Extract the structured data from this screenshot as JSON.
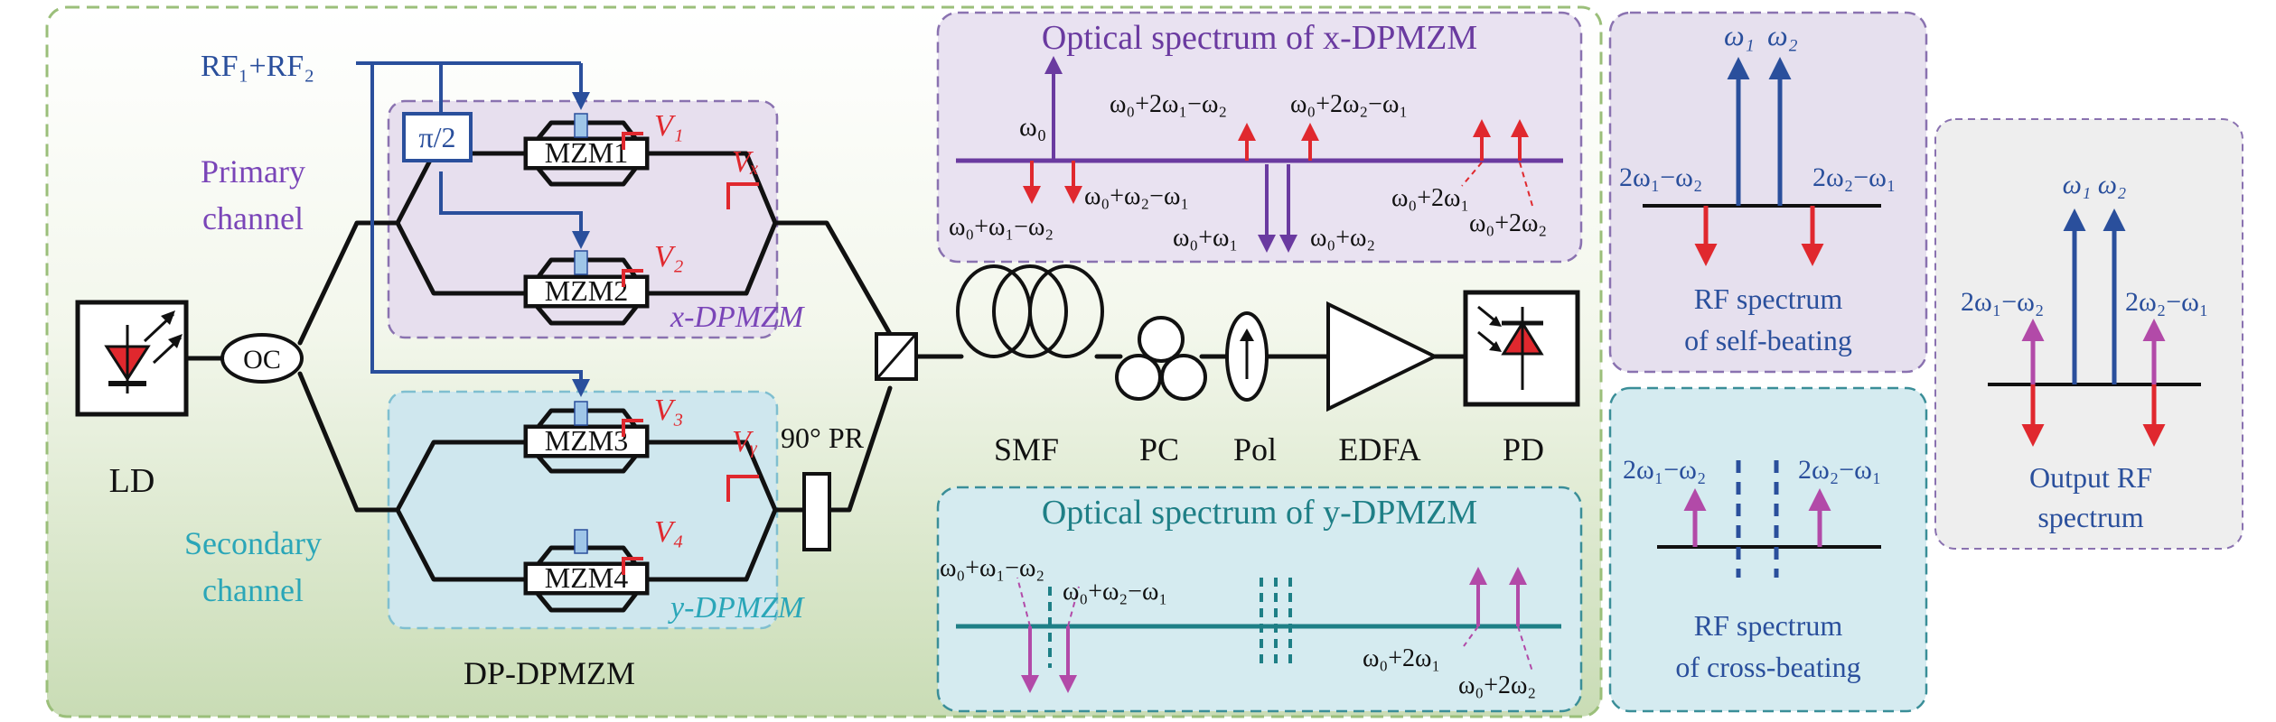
{
  "colors": {
    "blue": "#2a4f9c",
    "red": "#e0282e",
    "purple": "#6a3aa0",
    "magenta": "#b24aa8",
    "teal": "#1e7f86",
    "tealText": "#2aa6b8",
    "purpleText": "#7a45b8",
    "black": "#111111"
  },
  "inputs": {
    "rf": "RF₁+RF₂"
  },
  "components": {
    "ld": "LD",
    "oc": "OC",
    "phase": "π/2",
    "mzm1": "MZM1",
    "mzm2": "MZM2",
    "mzm3": "MZM3",
    "mzm4": "MZM4",
    "v1": "V₁",
    "v2": "V₂",
    "v3": "V₃",
    "v4": "V₄",
    "vx": "Vₓ",
    "vy": "Vᵧ",
    "rotator": "90° PR",
    "smf": "SMF",
    "pc": "PC",
    "pol": "Pol",
    "edfa": "EDFA",
    "pd": "PD"
  },
  "labels": {
    "primary_line1": "Primary",
    "primary_line2": "channel",
    "secondary_line1": "Secondary",
    "secondary_line2": "channel",
    "x_dpmzm": "x-DPMZM",
    "y_dpmzm": "y-DPMZM",
    "dp_dpmzm": "DP-DPMZM"
  },
  "x_spectrum": {
    "title": "Optical spectrum of x-DPMZM",
    "carrier": "ω₀",
    "upper_left": "ω₀+2ω₁−ω₂",
    "upper_right": "ω₀+2ω₂−ω₁",
    "lower_left": "ω₀+ω₁−ω₂",
    "lower_mid": "ω₀+ω₂−ω₁",
    "bottom_a": "ω₀+ω₁",
    "bottom_b": "ω₀+ω₂",
    "right_a": "ω₀+2ω₁",
    "right_b": "ω₀+2ω₂"
  },
  "y_spectrum": {
    "title": "Optical spectrum of y-DPMZM",
    "left_a": "ω₀+ω₁−ω₂",
    "left_b": "ω₀+ω₂−ω₁",
    "right_a": "ω₀+2ω₁",
    "right_b": "ω₀+2ω₂"
  },
  "self_beating": {
    "w1": "ω₁",
    "w2": "ω₂",
    "left": "2ω₁−ω₂",
    "right": "2ω₂−ω₁",
    "caption1": "RF spectrum",
    "caption2": "of self-beating"
  },
  "cross_beating": {
    "left": "2ω₁−ω₂",
    "right": "2ω₂−ω₁",
    "caption1": "RF spectrum",
    "caption2": "of cross-beating"
  },
  "output": {
    "top": "ω₁ ω₂",
    "left": "2ω₁−ω₂",
    "right": "2ω₂−ω₁",
    "caption1": "Output RF",
    "caption2": "spectrum"
  }
}
